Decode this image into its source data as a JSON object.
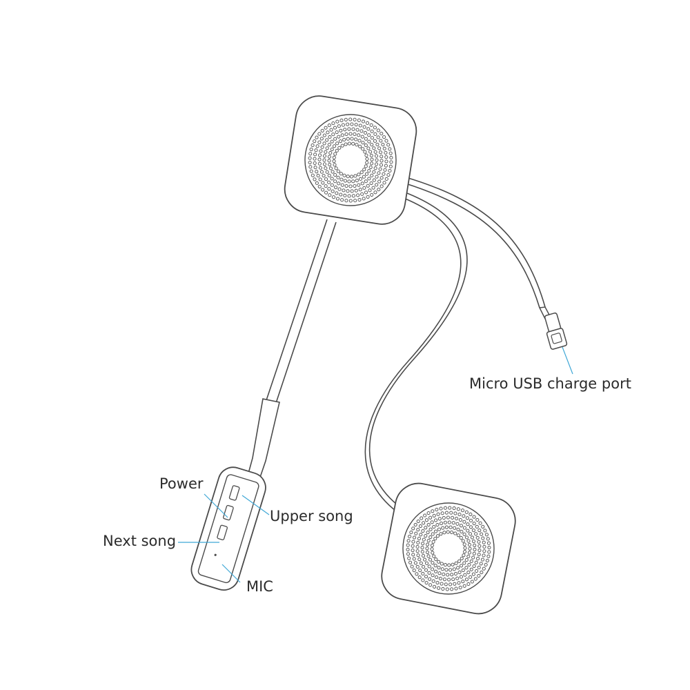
{
  "labels": {
    "power": "Power",
    "upper_song": "Upper song",
    "next_song": "Next song",
    "mic": "MIC",
    "usb_port": "Micro USB charge port"
  },
  "colors": {
    "outline": "#4a4a4a",
    "leader": "#3fa7d6",
    "text": "#2b2b2b"
  }
}
